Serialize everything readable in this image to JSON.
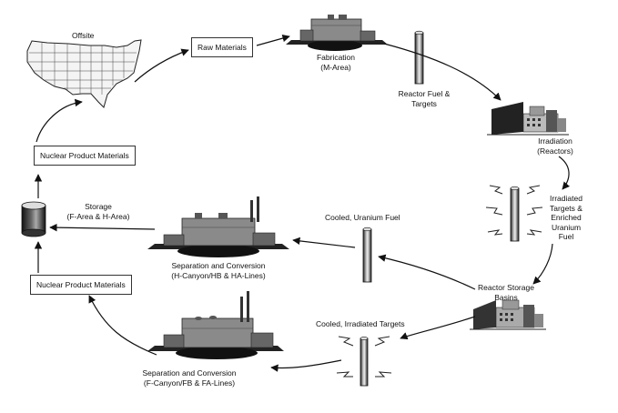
{
  "nodes": {
    "offsite": "Offsite",
    "raw_materials": "Raw Materials",
    "fabrication": [
      "Fabrication",
      "(M-Area)"
    ],
    "reactor_fuel": [
      "Reactor Fuel &",
      "Targets"
    ],
    "irradiation": [
      "Irradiation",
      "(Reactors)"
    ],
    "irradiated_targets": [
      "Irradiated",
      "Targets &",
      "Enriched",
      "Uranium",
      "Fuel"
    ],
    "reactor_storage": [
      "Reactor Storage",
      "Basins"
    ],
    "cooled_irradiated": "Cooled, Irradiated Targets",
    "sep_f": [
      "Separation and Conversion",
      "(F-Canyon/FB & FA-Lines)"
    ],
    "nuclear_product_lower": "Nuclear Product Materials",
    "storage": [
      "Storage",
      "(F-Area & H-Area)"
    ],
    "nuclear_product_upper": "Nuclear Product Materials",
    "cooled_uranium": "Cooled, Uranium Fuel",
    "sep_h": [
      "Separation and Conversion",
      "(H-Canyon/HB & HA-Lines)"
    ]
  }
}
